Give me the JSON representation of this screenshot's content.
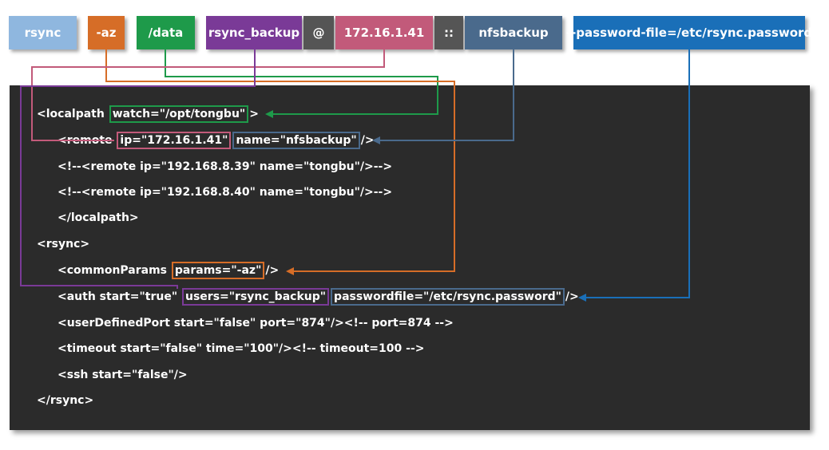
{
  "colors": {
    "blue_light": "#8fb7df",
    "orange": "#d66d27",
    "green": "#1e9a4a",
    "purple": "#7a3a97",
    "gray": "#555555",
    "pink": "#c25a7a",
    "slate": "#4a6a8c",
    "blue": "#1a6fb8",
    "panel_bg": "#2b2b2b"
  },
  "command": [
    {
      "id": "rsync",
      "text": "rsync",
      "color": "#8fb7df"
    },
    {
      "id": "az",
      "text": "-az",
      "color": "#d66d27"
    },
    {
      "id": "data",
      "text": "/data",
      "color": "#1e9a4a"
    },
    {
      "id": "user",
      "text": "rsync_backup",
      "color": "#7a3a97"
    },
    {
      "id": "at",
      "text": "@",
      "color": "#555555"
    },
    {
      "id": "ip",
      "text": "172.16.1.41",
      "color": "#c25a7a"
    },
    {
      "id": "colons",
      "text": "::",
      "color": "#555555"
    },
    {
      "id": "module",
      "text": "nfsbackup",
      "color": "#4a6a8c"
    },
    {
      "id": "pwfile",
      "text": "--password-file=/etc/rsync.password",
      "color": "#1a6fb8"
    }
  ],
  "code": [
    {
      "segments": [
        {
          "text": "<localpath "
        },
        {
          "text": "watch=\"/opt/tongbu\"",
          "border": "#1e9a4a"
        },
        {
          "text": ">"
        }
      ]
    },
    {
      "segments": [
        {
          "text": "<remote "
        },
        {
          "text": "ip=\"172.16.1.41\"",
          "border": "#c25a7a"
        },
        {
          "text": "name=\"nfsbackup\"",
          "border": "#4a6a8c"
        },
        {
          "text": "/>"
        }
      ]
    },
    {
      "segments": [
        {
          "text": "<!--<remote ip=\"192.168.8.39\" name=\"tongbu\"/>-->"
        }
      ]
    },
    {
      "segments": [
        {
          "text": "<!--<remote ip=\"192.168.8.40\" name=\"tongbu\"/>-->"
        }
      ]
    },
    {
      "segments": [
        {
          "text": "</localpath>"
        }
      ]
    },
    {
      "segments": [
        {
          "text": "<rsync>"
        }
      ]
    },
    {
      "segments": [
        {
          "text": "<commonParams "
        },
        {
          "text": "params=\"-az\"",
          "border": "#d66d27"
        },
        {
          "text": "/>"
        }
      ]
    },
    {
      "segments": [
        {
          "text": "<auth start=\"true\" "
        },
        {
          "text": "users=\"rsync_backup\"",
          "border": "#7a3a97"
        },
        {
          "text": "passwordfile=\"/etc/rsync.password\"",
          "border": "#4a6a8c"
        },
        {
          "text": "/>"
        }
      ]
    },
    {
      "segments": [
        {
          "text": "<userDefinedPort start=\"false\" port=\"874\"/><!-- port=874 -->"
        }
      ]
    },
    {
      "segments": [
        {
          "text": "<timeout start=\"false\" time=\"100\"/><!-- timeout=100 -->"
        }
      ]
    },
    {
      "segments": [
        {
          "text": "<ssh start=\"false\"/>"
        }
      ]
    },
    {
      "segments": [
        {
          "text": "</rsync>"
        }
      ]
    }
  ]
}
